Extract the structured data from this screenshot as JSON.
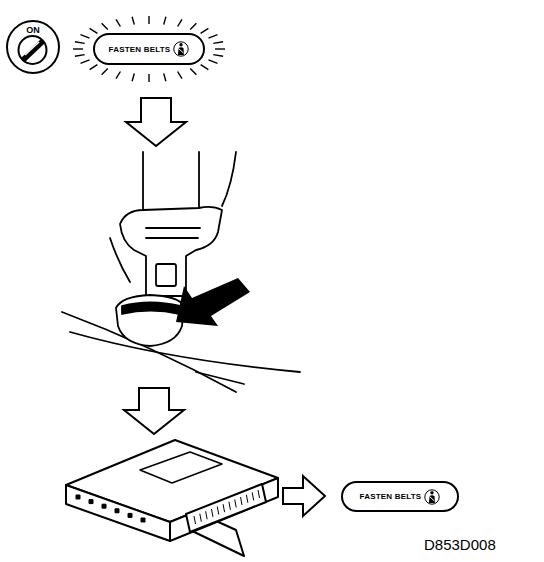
{
  "diagram": {
    "nodes": [
      {
        "text": [
          "ON"
        ]
      },
      {
        "text": [
          "FASTEN BELTS"
        ]
      },
      {
        "text": [
          "FASTEN BELTS"
        ]
      }
    ],
    "labels": [
      "D853D008"
    ]
  }
}
